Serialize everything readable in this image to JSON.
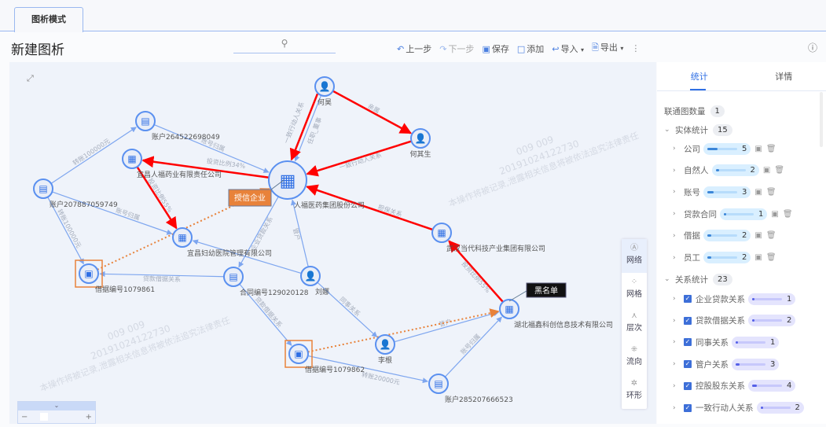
{
  "tab": "图析模式",
  "title": "新建图析",
  "toolbar": {
    "undo": "上一步",
    "redo": "下一步",
    "save": "保存",
    "add": "添加",
    "import": "导入",
    "export": "导出"
  },
  "panel": {
    "tabs": [
      "统计",
      "详情"
    ],
    "connected_label": "联通图数量",
    "connected_count": "1",
    "entity_label": "实体统计",
    "entity_count": "15",
    "entities": [
      {
        "label": "公司",
        "count": "5",
        "fill": 0.33
      },
      {
        "label": "自然人",
        "count": "2",
        "fill": 0.13
      },
      {
        "label": "账号",
        "count": "3",
        "fill": 0.2
      },
      {
        "label": "贷款合同",
        "count": "1",
        "fill": 0.07
      },
      {
        "label": "借据",
        "count": "2",
        "fill": 0.13
      },
      {
        "label": "员工",
        "count": "2",
        "fill": 0.13
      }
    ],
    "relation_label": "关系统计",
    "relation_count": "23",
    "relations": [
      {
        "label": "企业贷款关系",
        "count": "1",
        "fill": 0.05
      },
      {
        "label": "贷款借据关系",
        "count": "2",
        "fill": 0.09
      },
      {
        "label": "同事关系",
        "count": "1",
        "fill": 0.05
      },
      {
        "label": "管户关系",
        "count": "3",
        "fill": 0.13
      },
      {
        "label": "控股股东关系",
        "count": "4",
        "fill": 0.17
      },
      {
        "label": "一致行动人关系",
        "count": "2",
        "fill": 0.09
      }
    ]
  },
  "layouts": [
    {
      "icon": "network-icon",
      "label": "网络",
      "active": true
    },
    {
      "icon": "grid-icon",
      "label": "网格"
    },
    {
      "icon": "hierarchy-icon",
      "label": "层次"
    },
    {
      "icon": "flow-icon",
      "label": "流向"
    },
    {
      "icon": "ring-icon",
      "label": "环形"
    }
  ],
  "watermark": [
    "009  009",
    "20191024122730",
    "本操作将被记录,泄露相关信息将被依法追究法律责任"
  ],
  "colors": {
    "node": "#2f6fe4",
    "edge": "#7ea6ef",
    "highlight": "#ff0000",
    "credit": "#e8823a",
    "blacklist": "#111111"
  },
  "graph": {
    "nodes": [
      {
        "id": "heh",
        "type": "person",
        "label": "何昊"
      },
      {
        "id": "heqs",
        "type": "person",
        "label": "何其生"
      },
      {
        "id": "rf",
        "type": "company",
        "label": "人福医药集团股份公司"
      },
      {
        "id": "acc1",
        "type": "account",
        "label": "账户264522698049"
      },
      {
        "id": "ycrf",
        "type": "company",
        "label": "宜昌人福药业有限责任公司"
      },
      {
        "id": "acc2",
        "type": "account",
        "label": "账户207887059749"
      },
      {
        "id": "ycfy",
        "type": "company",
        "label": "宜昌妇幼医院管理有限公司"
      },
      {
        "id": "loan1",
        "type": "loan",
        "label": "借据编号1079861"
      },
      {
        "id": "con",
        "type": "contract",
        "label": "合同编号129020128"
      },
      {
        "id": "ln",
        "type": "person",
        "label": "刘娜"
      },
      {
        "id": "whdd",
        "type": "company",
        "label": "武汉当代科技产业集团有限公司"
      },
      {
        "id": "hbfx",
        "type": "company",
        "label": "湖北福鑫科创信息技术有限公司"
      },
      {
        "id": "lg",
        "type": "person",
        "label": "李根"
      },
      {
        "id": "loan2",
        "type": "loan",
        "label": "借据编号1079862"
      },
      {
        "id": "acc3",
        "type": "account",
        "label": "账户285207666523"
      }
    ],
    "edges": [
      {
        "from": "acc2",
        "to": "acc1",
        "label": "转账100000元"
      },
      {
        "from": "acc1",
        "to": "rf",
        "label": "账号归属"
      },
      {
        "from": "rf",
        "to": "ycrf",
        "label": "投资比例34%",
        "highlight": true
      },
      {
        "from": "ycrf",
        "to": "ycfy",
        "label": "投资比例55%",
        "highlight": true
      },
      {
        "from": "acc2",
        "to": "ycfy",
        "label": "账号归属"
      },
      {
        "from": "acc2",
        "to": "loan1",
        "label": "转账100000元"
      },
      {
        "from": "heh",
        "to": "rf",
        "label": "任职_董事"
      },
      {
        "from": "heh",
        "to": "rf",
        "label": "一致行动人关系",
        "highlight": true
      },
      {
        "from": "heh",
        "to": "heqs",
        "label": "亲属",
        "highlight": true
      },
      {
        "from": "heqs",
        "to": "rf",
        "label": "一致行动人关系",
        "highlight": true
      },
      {
        "from": "whdd",
        "to": "rf",
        "label": "担保关系",
        "highlight": true
      },
      {
        "from": "hbfx",
        "to": "whdd",
        "label": "投资比例55%",
        "highlight": true
      },
      {
        "from": "rf",
        "to": "con",
        "label": "企业贷款关系"
      },
      {
        "from": "con",
        "to": "loan1",
        "label": "贷款借据关系"
      },
      {
        "from": "con",
        "to": "loan2",
        "label": "贷款借据关系"
      },
      {
        "from": "ln",
        "to": "rf",
        "label": "管户"
      },
      {
        "from": "ln",
        "to": "ycfy",
        "label": ""
      },
      {
        "from": "ln",
        "to": "lg",
        "label": "同事关系"
      },
      {
        "from": "lg",
        "to": "hbfx",
        "label": "管户"
      },
      {
        "from": "loan2",
        "to": "acc3",
        "label": "转账20000元"
      },
      {
        "from": "acc3",
        "to": "hbfx",
        "label": "账号归属"
      },
      {
        "from": "loan1",
        "to": "rf",
        "label": "",
        "dotted": true
      },
      {
        "from": "loan2",
        "to": "hbfx",
        "label": "",
        "dotted": true
      }
    ],
    "callouts": [
      {
        "node": "rf",
        "label": "授信企业",
        "color": "#e8823a"
      },
      {
        "node": "hbfx",
        "label": "黑名单",
        "color": "#111111"
      }
    ]
  }
}
